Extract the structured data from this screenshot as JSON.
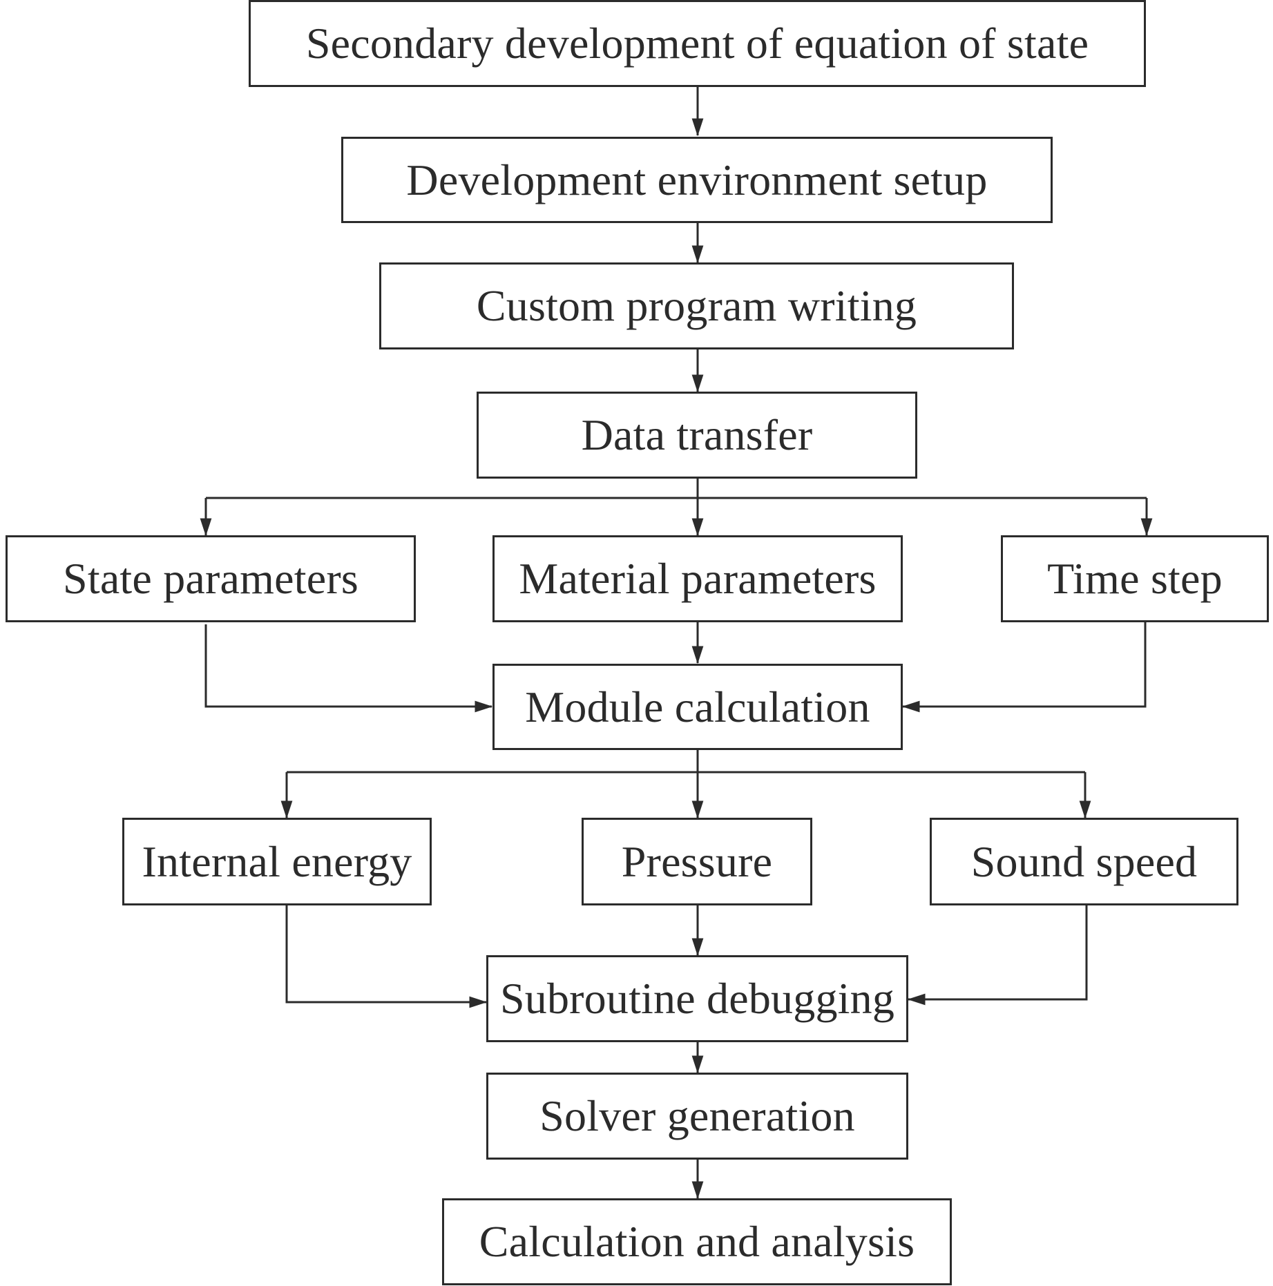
{
  "diagram": {
    "nodes": {
      "secondary_development": "Secondary development of equation of state",
      "environment_setup": "Development environment setup",
      "program_writing": "Custom program writing",
      "data_transfer": "Data transfer",
      "state_parameters": "State parameters",
      "material_parameters": "Material parameters",
      "time_step": "Time step",
      "module_calculation": "Module calculation",
      "internal_energy": "Internal energy",
      "pressure": "Pressure",
      "sound_speed": "Sound speed",
      "subroutine_debugging": "Subroutine debugging",
      "solver_generation": "Solver generation",
      "calculation_analysis": "Calculation and analysis"
    },
    "edges": [
      [
        "secondary_development",
        "environment_setup"
      ],
      [
        "environment_setup",
        "program_writing"
      ],
      [
        "program_writing",
        "data_transfer"
      ],
      [
        "data_transfer",
        "state_parameters"
      ],
      [
        "data_transfer",
        "material_parameters"
      ],
      [
        "data_transfer",
        "time_step"
      ],
      [
        "state_parameters",
        "module_calculation"
      ],
      [
        "material_parameters",
        "module_calculation"
      ],
      [
        "time_step",
        "module_calculation"
      ],
      [
        "module_calculation",
        "internal_energy"
      ],
      [
        "module_calculation",
        "pressure"
      ],
      [
        "module_calculation",
        "sound_speed"
      ],
      [
        "internal_energy",
        "subroutine_debugging"
      ],
      [
        "pressure",
        "subroutine_debugging"
      ],
      [
        "sound_speed",
        "subroutine_debugging"
      ],
      [
        "subroutine_debugging",
        "solver_generation"
      ],
      [
        "solver_generation",
        "calculation_analysis"
      ]
    ]
  }
}
